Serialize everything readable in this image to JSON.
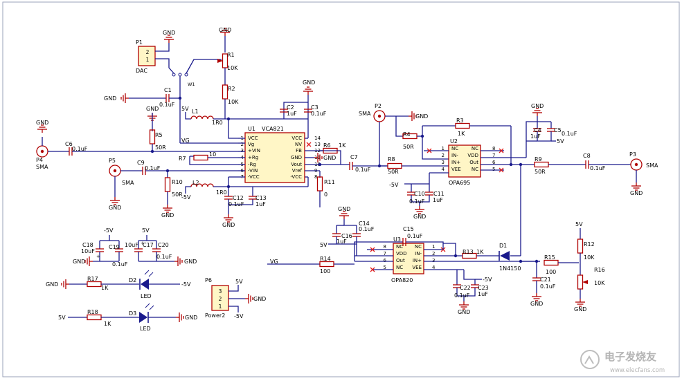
{
  "labels": {
    "gnd": "GND",
    "v5": "5V",
    "vn5": "-5V",
    "vg": "VG",
    "sma": "SMA",
    "watermark_cn": "电子发烧友",
    "watermark_url": "www.elecfans.com"
  },
  "parts": {
    "p1": {
      "ref": "P1",
      "name": "DAC",
      "pins": [
        "2",
        "1"
      ]
    },
    "w1": {
      "ref": "W1"
    },
    "r1": {
      "ref": "R1",
      "value": "10K"
    },
    "r2": {
      "ref": "R2",
      "value": "10K"
    },
    "c1": {
      "ref": "C1",
      "value": "0.1uF"
    },
    "l1": {
      "ref": "L1",
      "value": "1R0"
    },
    "c2": {
      "ref": "C2",
      "value": "1uF"
    },
    "c3": {
      "ref": "C3",
      "value": "0.1uF"
    },
    "r5": {
      "ref": "R5",
      "value": "50R"
    },
    "p4": {
      "ref": "P4"
    },
    "c6": {
      "ref": "C6",
      "value": "0.1uF"
    },
    "p5": {
      "ref": "P5"
    },
    "c9": {
      "ref": "C9",
      "value": "0.1uF"
    },
    "r10": {
      "ref": "R10",
      "value": "50R"
    },
    "l2": {
      "ref": "L2",
      "value": "1R0"
    },
    "c12": {
      "ref": "C12",
      "value": "0.1uF"
    },
    "c13": {
      "ref": "C13",
      "value": "1uF"
    },
    "r7": {
      "ref": "R7",
      "value": "10"
    },
    "u1": {
      "ref": "U1",
      "name": "VCA821",
      "left": [
        {
          "num": "1",
          "name": "VCC"
        },
        {
          "num": "2",
          "name": "Vg"
        },
        {
          "num": "3",
          "name": "+VIN"
        },
        {
          "num": "4",
          "name": "+Rg"
        },
        {
          "num": "5",
          "name": "-Rg"
        },
        {
          "num": "6",
          "name": "-VIN"
        },
        {
          "num": "7",
          "name": "-VCC"
        }
      ],
      "right": [
        {
          "num": "14",
          "name": "VCC"
        },
        {
          "num": "13",
          "name": "NV"
        },
        {
          "num": "12",
          "name": "FB"
        },
        {
          "num": "11",
          "name": "GND"
        },
        {
          "num": "10",
          "name": "Vout"
        },
        {
          "num": "9",
          "name": "Vref"
        },
        {
          "num": "8",
          "name": "-VCC"
        }
      ]
    },
    "r6": {
      "ref": "R6",
      "value": "1K"
    },
    "r11": {
      "ref": "R11",
      "value": "0"
    },
    "c7": {
      "ref": "C7",
      "value": "0.1uF"
    },
    "p2": {
      "ref": "P2"
    },
    "r4": {
      "ref": "R4",
      "value": "50R"
    },
    "r8": {
      "ref": "R8",
      "value": "50R"
    },
    "r3": {
      "ref": "R3",
      "value": "1K"
    },
    "u2": {
      "ref": "U2",
      "name": "OPA695",
      "left": [
        {
          "num": "1",
          "name": "NC"
        },
        {
          "num": "2",
          "name": "IN-"
        },
        {
          "num": "3",
          "name": "IN+"
        },
        {
          "num": "4",
          "name": "VEE"
        }
      ],
      "right": [
        {
          "num": "8",
          "name": "NC"
        },
        {
          "num": "7",
          "name": "VDD"
        },
        {
          "num": "6",
          "name": "Out"
        },
        {
          "num": "5",
          "name": "NC"
        }
      ]
    },
    "c10": {
      "ref": "C10",
      "value": "0.1uF"
    },
    "c11": {
      "ref": "C11",
      "value": "1uF"
    },
    "c4": {
      "ref": "C4",
      "value": "1uF"
    },
    "c5": {
      "ref": "C5",
      "value": "0.1uF"
    },
    "r9": {
      "ref": "R9",
      "value": "50R"
    },
    "c8": {
      "ref": "C8",
      "value": "0.1uF"
    },
    "p3": {
      "ref": "P3"
    },
    "c14": {
      "ref": "C14",
      "value": "0.1uF"
    },
    "c16": {
      "ref": "C16",
      "value": "1uF"
    },
    "c15": {
      "ref": "C15",
      "value": "0.1uF"
    },
    "u3": {
      "ref": "U3",
      "name": "OPA820",
      "left": [
        {
          "num": "8",
          "name": "NC"
        },
        {
          "num": "7",
          "name": "VDD"
        },
        {
          "num": "6",
          "name": "Out"
        },
        {
          "num": "5",
          "name": "NC"
        }
      ],
      "right": [
        {
          "num": "1",
          "name": "NC"
        },
        {
          "num": "2",
          "name": "IN-"
        },
        {
          "num": "3",
          "name": "IN+"
        },
        {
          "num": "4",
          "name": "VEE"
        }
      ]
    },
    "r13": {
      "ref": "R13",
      "value": "1K"
    },
    "r14": {
      "ref": "R14",
      "value": "100"
    },
    "d1": {
      "ref": "D1",
      "value": "1N4150"
    },
    "c22": {
      "ref": "C22",
      "value": "0.1uF"
    },
    "c23": {
      "ref": "C23",
      "value": "1uF"
    },
    "r15": {
      "ref": "R15",
      "value": "100"
    },
    "c21": {
      "ref": "C21",
      "value": "0.1uF"
    },
    "r12": {
      "ref": "R12",
      "value": "10K"
    },
    "r16": {
      "ref": "R16",
      "value": "10K"
    },
    "c18": {
      "ref": "C18",
      "value": "10uF"
    },
    "c19": {
      "ref": "C19",
      "value": "0.1uF"
    },
    "c17": {
      "ref": "C17",
      "value": "10uF"
    },
    "c20": {
      "ref": "C20",
      "value": "0.1uF"
    },
    "r17": {
      "ref": "R17",
      "value": "1K"
    },
    "d2": {
      "ref": "D2",
      "value": "LED"
    },
    "r18": {
      "ref": "R18",
      "value": "1K"
    },
    "d3": {
      "ref": "D3",
      "value": "LED"
    },
    "p6": {
      "ref": "P6",
      "name": "Power2",
      "pins": [
        "3",
        "2",
        "1"
      ]
    }
  }
}
